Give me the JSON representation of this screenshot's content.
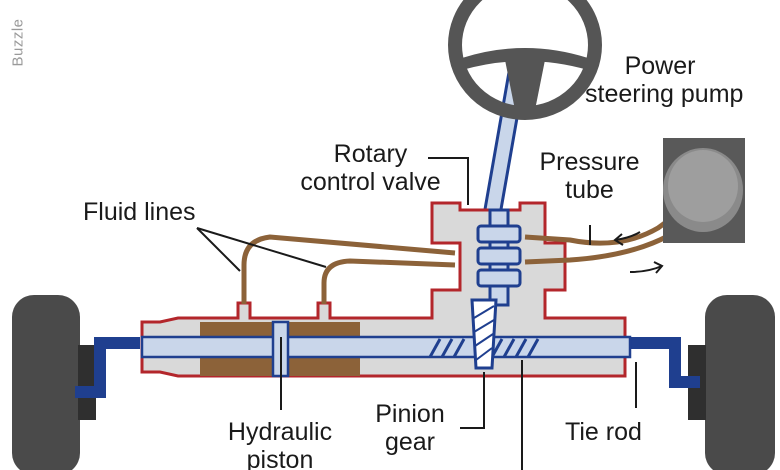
{
  "watermark": "Buzzle",
  "labels": {
    "power_steering_pump": [
      "Power",
      "steering pump"
    ],
    "rotary_control_valve": [
      "Rotary",
      "control valve"
    ],
    "pressure_tube": [
      "Pressure",
      "tube"
    ],
    "fluid_lines": "Fluid lines",
    "hydraulic_piston": [
      "Hydraulic",
      "piston"
    ],
    "pinion_gear": [
      "Pinion",
      "gear"
    ],
    "tie_rod": "Tie rod"
  },
  "colors": {
    "housing_fill": "#d9d9d9",
    "housing_outline": "#b3262b",
    "fluid_line": "#8c6239",
    "rod_blue": "#1f3f8f",
    "tire": "#4a4a4a",
    "steering_wheel": "#555555",
    "shaft_fill": "#c9d6ea"
  }
}
